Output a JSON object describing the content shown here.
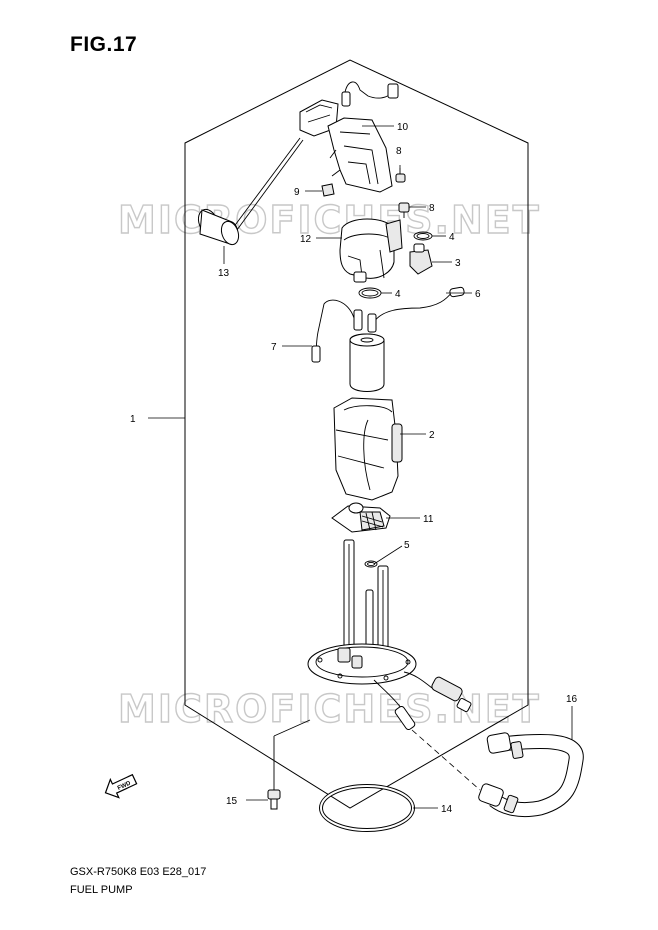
{
  "figure": {
    "title": "FIG.17",
    "code": "GSX-R750K8 E03 E28_017",
    "name": "FUEL PUMP"
  },
  "watermark": {
    "upper": "MICROFICHES.NET",
    "lower": "MICROFICHES.NET"
  },
  "direction_arrow": {
    "label": "FWD"
  },
  "callouts": {
    "c1": "1",
    "c2": "2",
    "c3": "3",
    "c4a": "4",
    "c4b": "4",
    "c5": "5",
    "c6": "6",
    "c7": "7",
    "c8a": "8",
    "c8b": "8",
    "c9": "9",
    "c10": "10",
    "c11": "11",
    "c12": "12",
    "c13": "13",
    "c14": "14",
    "c15": "15",
    "c16": "16"
  }
}
